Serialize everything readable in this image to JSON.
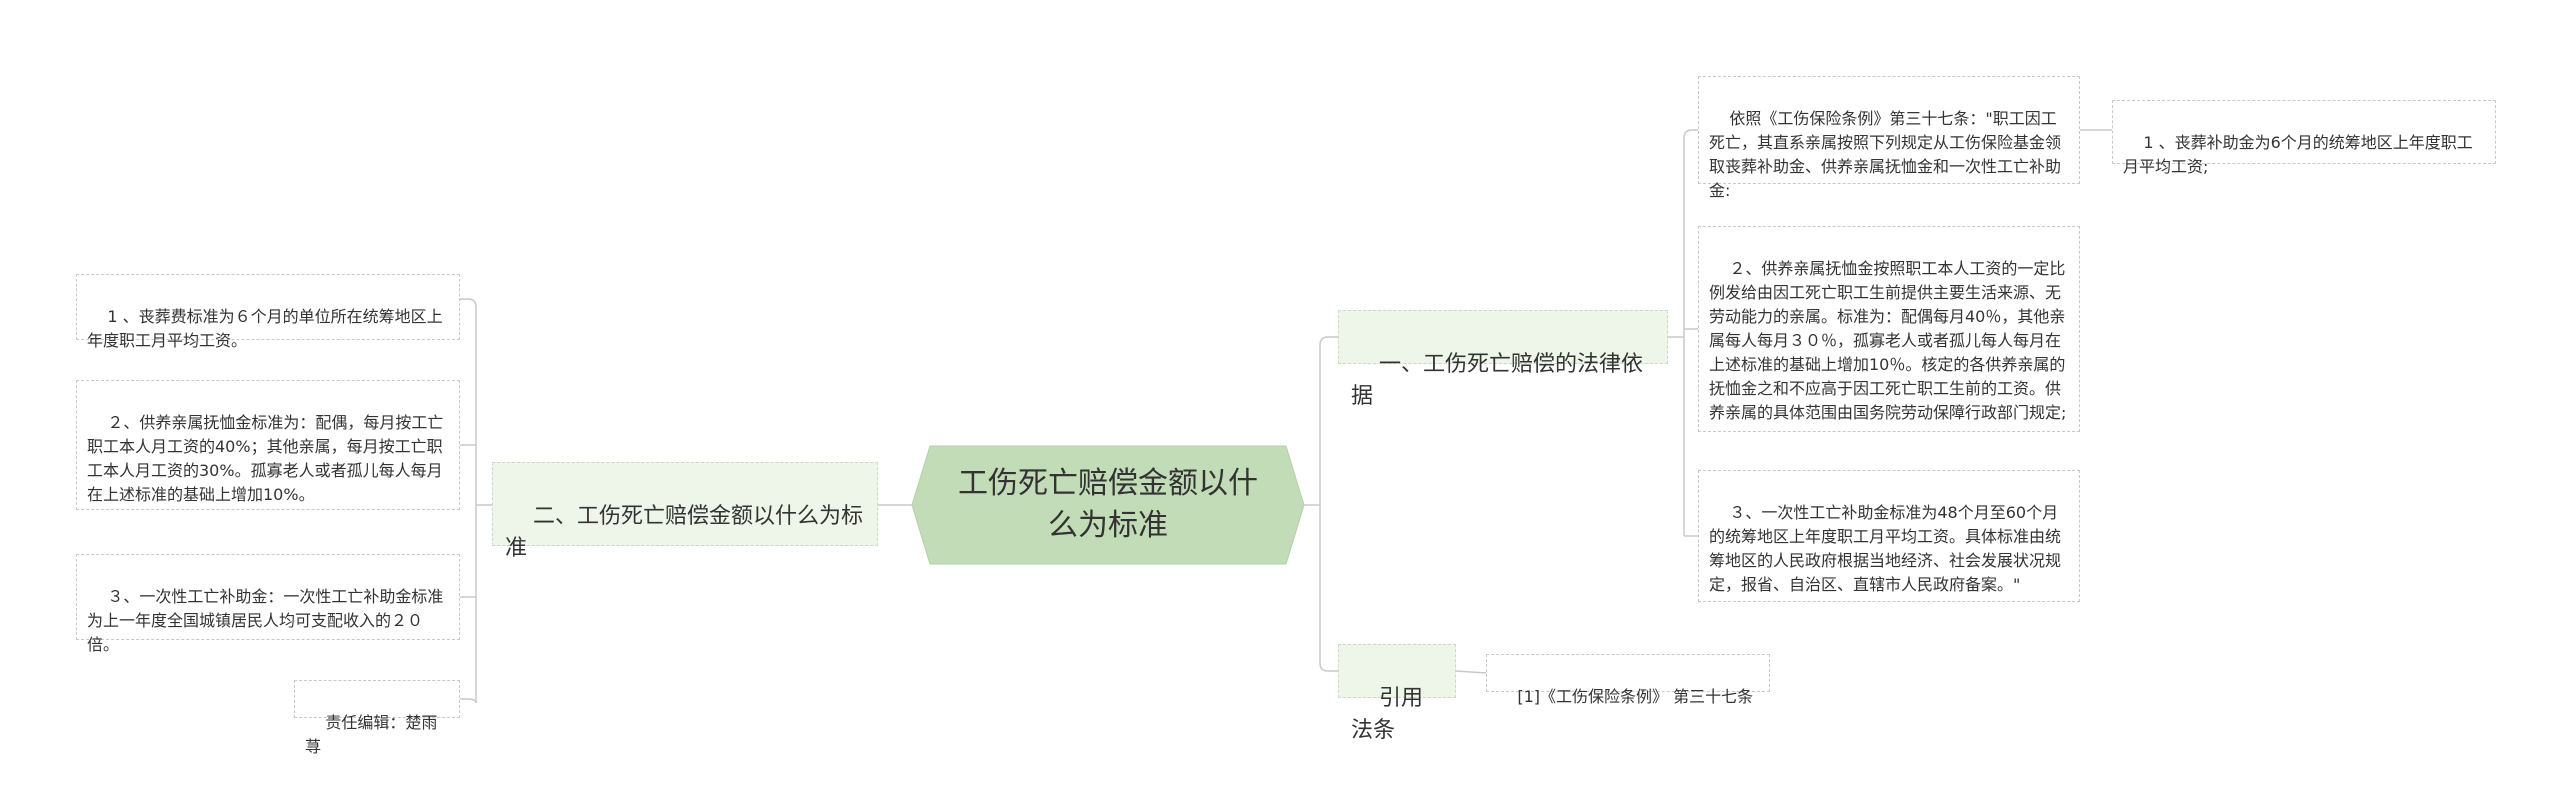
{
  "colors": {
    "center_fill": "#c2dcb8",
    "branch_fill": "#eef6e9",
    "line": "#c8c8c8"
  },
  "root": {
    "label": "工伤死亡赔偿金额以什么为标准"
  },
  "left": {
    "branch": "二、工伤死亡赔偿金额以什么为标准",
    "items": [
      "1 、丧葬费标准为６个月的单位所在统筹地区上年度职工月平均工资。",
      "２、供养亲属抚恤金标准为：配偶，每月按工亡职工本人月工资的40%；其他亲属，每月按工亡职工本人月工资的30%。孤寡老人或者孤儿每人每月在上述标准的基础上增加10%。",
      "３、一次性工亡补助金：一次性工亡补助金标准为上一年度全国城镇居民人均可支配收入的２０倍。",
      "责任编辑：楚雨荨"
    ]
  },
  "right": {
    "branch1": {
      "label": "一、工伤死亡赔偿的法律依据",
      "intro": "依照《工伤保险条例》第三十七条：\"职工因工死亡，其直系亲属按照下列规定从工伤保险基金领取丧葬补助金、供养亲属抚恤金和一次性工亡补助金:",
      "intro_child": "1 、丧葬补助金为6个月的统筹地区上年度职工月平均工资;",
      "item2": "２、供养亲属抚恤金按照职工本人工资的一定比例发给由因工死亡职工生前提供主要生活来源、无劳动能力的亲属。标准为：配偶每月40％，其他亲属每人每月３０％，孤寡老人或者孤儿每人每月在上述标准的基础上增加10％。核定的各供养亲属的抚恤金之和不应高于因工死亡职工生前的工资。供养亲属的具体范围由国务院劳动保障行政部门规定;",
      "item3": "３、一次性工亡补助金标准为48个月至60个月的统筹地区上年度职工月平均工资。具体标准由统筹地区的人民政府根据当地经济、社会发展状况规定，报省、自治区、直辖市人民政府备案。\""
    },
    "branch2": {
      "label": "引用法条",
      "child": "[1]《工伤保险条例》 第三十七条"
    }
  }
}
